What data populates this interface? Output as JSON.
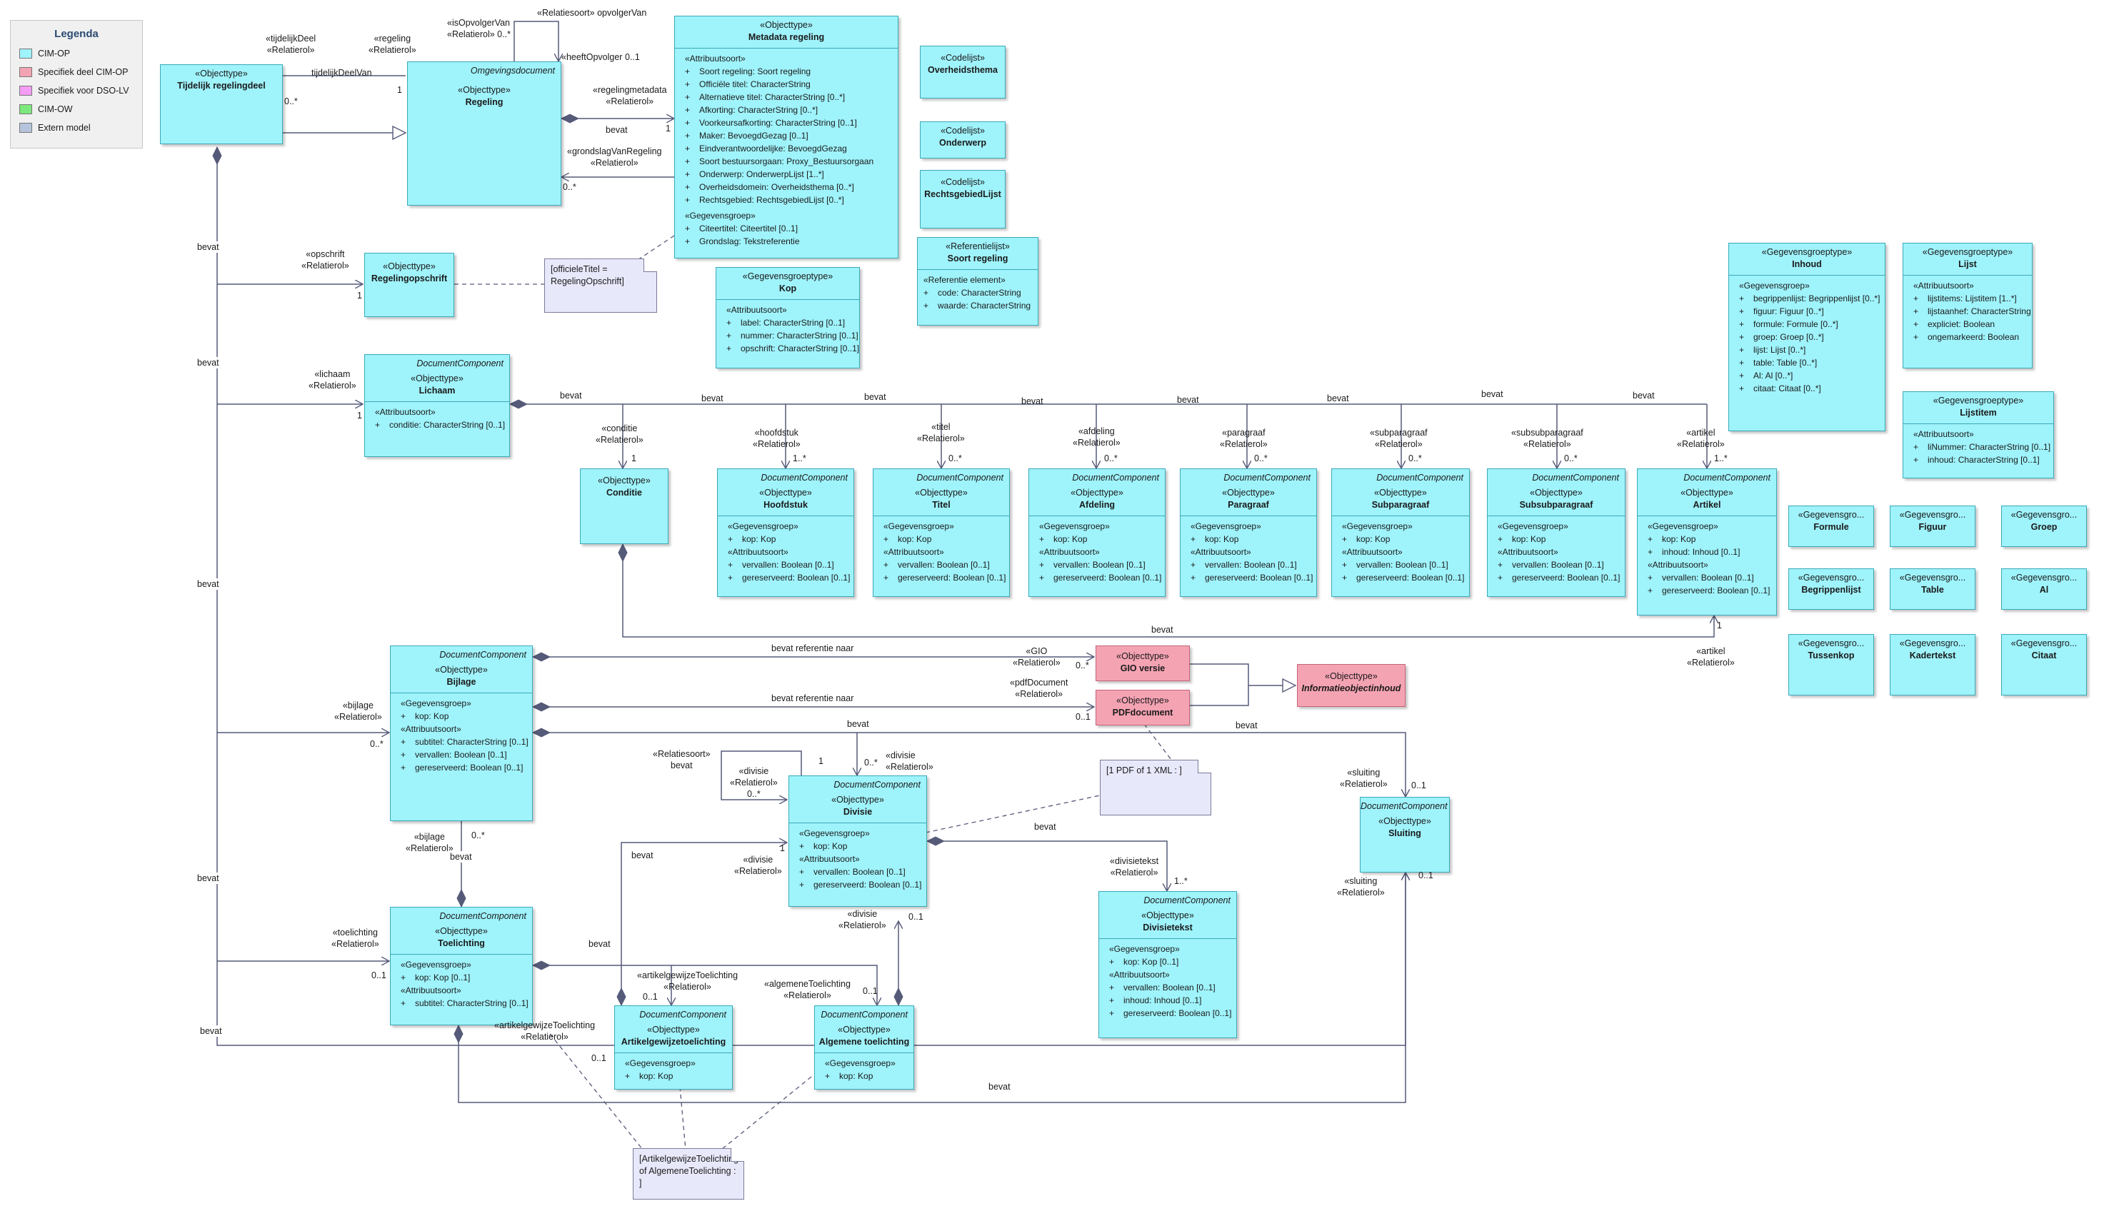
{
  "legend": {
    "title": "Legenda",
    "items": [
      {
        "label": "CIM-OP",
        "color": "#9ff3fb"
      },
      {
        "label": "Specifiek deel CIM-OP",
        "color": "#f4a3b3"
      },
      {
        "label": "Specifiek voor DSO-LV",
        "color": "#f59cf5"
      },
      {
        "label": "CIM-OW",
        "color": "#7de87d"
      },
      {
        "label": "Extern model",
        "color": "#b6c5dd"
      }
    ]
  },
  "classes": {
    "tijdelijk": {
      "stereo": "«Objecttype»",
      "name": "Tijdelijk regelingdeel"
    },
    "regeling": {
      "stereo_top": "Omgevingsdocument",
      "stereo": "«Objecttype»",
      "name": "Regeling"
    },
    "metadata": {
      "stereo": "«Objecttype»",
      "name": "Metadata regeling",
      "sec1_title": "«Attribuutsoort»",
      "sec1": [
        "Soort regeling: Soort regeling",
        "Officiële titel: CharacterString",
        "Alternatieve titel: CharacterString [0..*]",
        "Afkorting: CharacterString [0..*]",
        "Voorkeursafkorting: CharacterString [0..1]",
        "Maker: BevoegdGezag [0..1]",
        "Eindverantwoordelijke: BevoegdGezag",
        "Soort bestuursorgaan: Proxy_Bestuursorgaan",
        "Onderwerp: OnderwerpLijst [1..*]",
        "Overheidsdomein: Overheidsthema [0..*]",
        "Rechtsgebied: RechtsgebiedLijst [0..*]"
      ],
      "sec2_title": "«Gegevensgroep»",
      "sec2": [
        "Citeertitel: Citeertitel [0..1]",
        "Grondslag: Tekstreferentie"
      ]
    },
    "overheidsthema": {
      "stereo": "«Codelijst»",
      "name": "Overheidsthema"
    },
    "onderwerp": {
      "stereo": "«Codelijst»",
      "name": "Onderwerp"
    },
    "rechtsgebied": {
      "stereo": "«Codelijst»",
      "name": "RechtsgebiedLijst"
    },
    "soortregeling": {
      "stereo": "«Referentielijst»",
      "name": "Soort regeling",
      "sec1_title": "«Referentie element»",
      "sec1": [
        "code: CharacterString",
        "waarde: CharacterString"
      ]
    },
    "kop": {
      "stereo": "«Gegevensgroeptype»",
      "name": "Kop",
      "sec1_title": "«Attribuutsoort»",
      "sec1": [
        "label: CharacterString [0..1]",
        "nummer: CharacterString [0..1]",
        "opschrift: CharacterString [0..1]"
      ]
    },
    "regelingopschrift": {
      "stereo": "«Objecttype»",
      "name": "Regelingopschrift"
    },
    "lichaam": {
      "stereo_top": "DocumentComponent",
      "stereo": "«Objecttype»",
      "name": "Lichaam",
      "sec1_title": "«Attribuutsoort»",
      "sec1": [
        "conditie: CharacterString [0..1]"
      ]
    },
    "conditie": {
      "stereo": "«Objecttype»",
      "name": "Conditie"
    },
    "hoofdstuk": {
      "stereo_top": "DocumentComponent",
      "stereo": "«Objecttype»",
      "name": "Hoofdstuk",
      "sec1_title": "«Gegevensgroep»",
      "sec1": [
        "kop: Kop"
      ],
      "sec2_title": "«Attribuutsoort»",
      "sec2": [
        "vervallen: Boolean [0..1]",
        "gereserveerd: Boolean [0..1]"
      ]
    },
    "titel": {
      "stereo_top": "DocumentComponent",
      "stereo": "«Objecttype»",
      "name": "Titel",
      "sec1_title": "«Gegevensgroep»",
      "sec1": [
        "kop: Kop"
      ],
      "sec2_title": "«Attribuutsoort»",
      "sec2": [
        "vervallen: Boolean [0..1]",
        "gereserveerd: Boolean [0..1]"
      ]
    },
    "afdeling": {
      "stereo_top": "DocumentComponent",
      "stereo": "«Objecttype»",
      "name": "Afdeling",
      "sec1_title": "«Gegevensgroep»",
      "sec1": [
        "kop: Kop"
      ],
      "sec2_title": "«Attribuutsoort»",
      "sec2": [
        "vervallen: Boolean [0..1]",
        "gereserveerd: Boolean [0..1]"
      ]
    },
    "paragraaf": {
      "stereo_top": "DocumentComponent",
      "stereo": "«Objecttype»",
      "name": "Paragraaf",
      "sec1_title": "«Gegevensgroep»",
      "sec1": [
        "kop: Kop"
      ],
      "sec2_title": "«Attribuutsoort»",
      "sec2": [
        "vervallen: Boolean [0..1]",
        "gereserveerd: Boolean [0..1]"
      ]
    },
    "subparagraaf": {
      "stereo_top": "DocumentComponent",
      "stereo": "«Objecttype»",
      "name": "Subparagraaf",
      "sec1_title": "«Gegevensgroep»",
      "sec1": [
        "kop: Kop"
      ],
      "sec2_title": "«Attribuutsoort»",
      "sec2": [
        "vervallen: Boolean [0..1]",
        "gereserveerd: Boolean [0..1]"
      ]
    },
    "subsubparagraaf": {
      "stereo_top": "DocumentComponent",
      "stereo": "«Objecttype»",
      "name": "Subsubparagraaf",
      "sec1_title": "«Gegevensgroep»",
      "sec1": [
        "kop: Kop"
      ],
      "sec2_title": "«Attribuutsoort»",
      "sec2": [
        "vervallen: Boolean [0..1]",
        "gereserveerd: Boolean [0..1]"
      ]
    },
    "artikel": {
      "stereo_top": "DocumentComponent",
      "stereo": "«Objecttype»",
      "name": "Artikel",
      "sec1_title": "«Gegevensgroep»",
      "sec1": [
        "kop: Kop",
        "inhoud: Inhoud [0..1]"
      ],
      "sec2_title": "«Attribuutsoort»",
      "sec2": [
        "vervallen: Boolean [0..1]",
        "gereserveerd: Boolean [0..1]"
      ]
    },
    "inhoud": {
      "stereo": "«Gegevensgroeptype»",
      "name": "Inhoud",
      "sec1_title": "«Gegevensgroep»",
      "sec1": [
        "begrippenlijst: Begrippenlijst [0..*]",
        "figuur: Figuur [0..*]",
        "formule: Formule [0..*]",
        "groep: Groep [0..*]",
        "lijst: Lijst [0..*]",
        "table: Table [0..*]",
        "Al: Al [0..*]",
        "citaat: Citaat [0..*]"
      ]
    },
    "lijst": {
      "stereo": "«Gegevensgroeptype»",
      "name": "Lijst",
      "sec1_title": "«Attribuutsoort»",
      "sec1": [
        "lijstitems: Lijstitem [1..*]",
        "lijstaanhef: CharacterString",
        "expliciet: Boolean",
        "ongemarkeerd: Boolean"
      ]
    },
    "lijstitem": {
      "stereo": "«Gegevensgroeptype»",
      "name": "Lijstitem",
      "sec1_title": "«Attribuutsoort»",
      "sec1": [
        "liNummer: CharacterString [0..1]",
        "inhoud: CharacterString [0..1]"
      ]
    },
    "formule": {
      "stereo": "«Gegevensgro...",
      "name": "Formule"
    },
    "figuur": {
      "stereo": "«Gegevensgro...",
      "name": "Figuur"
    },
    "groep": {
      "stereo": "«Gegevensgro...",
      "name": "Groep"
    },
    "begrippenlijst": {
      "stereo": "«Gegevensgro...",
      "name": "Begrippenlijst"
    },
    "table": {
      "stereo": "«Gegevensgro...",
      "name": "Table"
    },
    "al": {
      "stereo": "«Gegevensgro...",
      "name": "Al"
    },
    "tussenkop": {
      "stereo": "«Gegevensgro...",
      "name": "Tussenkop"
    },
    "kadertekst": {
      "stereo": "«Gegevensgro...",
      "name": "Kadertekst"
    },
    "citaat": {
      "stereo": "«Gegevensgro...",
      "name": "Citaat"
    },
    "bijlage": {
      "stereo_top": "DocumentComponent",
      "stereo": "«Objecttype»",
      "name": "Bijlage",
      "sec1_title": "«Gegevensgroep»",
      "sec1": [
        "kop: Kop"
      ],
      "sec2_title": "«Attribuutsoort»",
      "sec2": [
        "subtitel: CharacterString [0..1]",
        "vervallen: Boolean [0..1]",
        "gereserveerd: Boolean [0..1]"
      ]
    },
    "gioversie": {
      "stereo": "«Objecttype»",
      "name": "GIO versie"
    },
    "pdfdocument": {
      "stereo": "«Objecttype»",
      "name": "PDFdocument"
    },
    "informatieobject": {
      "stereo": "«Objecttype»",
      "name": "Informatieobjectinhoud"
    },
    "divisie": {
      "stereo_top": "DocumentComponent",
      "stereo": "«Objecttype»",
      "name": "Divisie",
      "sec1_title": "«Gegevensgroep»",
      "sec1": [
        "kop: Kop"
      ],
      "sec2_title": "«Attribuutsoort»",
      "sec2": [
        "vervallen: Boolean [0..1]",
        "gereserveerd: Boolean [0..1]"
      ]
    },
    "sluiting": {
      "stereo_top": "DocumentComponent",
      "stereo": "«Objecttype»",
      "name": "Sluiting"
    },
    "divisietekst": {
      "stereo_top": "DocumentComponent",
      "stereo": "«Objecttype»",
      "name": "Divisietekst",
      "sec1_title": "«Gegevensgroep»",
      "sec1": [
        "kop: Kop [0..1]"
      ],
      "sec2_title": "«Attribuutsoort»",
      "sec2": [
        "vervallen: Boolean [0..1]",
        "inhoud: Inhoud [0..1]",
        "gereserveerd: Boolean [0..1]"
      ]
    },
    "toelichting": {
      "stereo_top": "DocumentComponent",
      "stereo": "«Objecttype»",
      "name": "Toelichting",
      "sec1_title": "«Gegevensgroep»",
      "sec1": [
        "kop: Kop [0..1]"
      ],
      "sec2_title": "«Attribuutsoort»",
      "sec2": [
        "subtitel: CharacterString [0..1]"
      ]
    },
    "artikelgewijze": {
      "stereo_top": "DocumentComponent",
      "stereo": "«Objecttype»",
      "name": "Artikelgewijzetoelichting",
      "sec1_title": "«Gegevensgroep»",
      "sec1": [
        "kop: Kop"
      ]
    },
    "algemene": {
      "stereo_top": "DocumentComponent",
      "stereo": "«Objecttype»",
      "name": "Algemene toelichting",
      "sec1_title": "«Gegevensgroep»",
      "sec1": [
        "kop: Kop"
      ]
    }
  },
  "notes": {
    "officieletitel": "[officieleTitel = RegelingOpschrift]",
    "pdf": "[1 PDF of 1 XML : ]",
    "toel": "[ArtikelgewijzeToelichting of AlgemeneToelichting : ]"
  },
  "labels": {
    "l_tijdelijkdeel": "«tijdelijkDeel\n«Relatierol»",
    "l_tijdelijkdeelvan": "tijdelijkDeelVan",
    "l_0star_a": "0..*",
    "l_1_a": "1",
    "l_regeling": "«regeling\n«Relatierol»",
    "l_isopvolger": "«isOpvolgerVan\n«Relatierol» 0..*",
    "l_relsoort_opv": "«Relatiesoort» opvolgerVan",
    "l_heeftopv": "«heeftOpvolger 0..1",
    "l_regelingmeta": "«regelingmetadata\n«Relatierol»",
    "l_1_meta": "1",
    "l_bevat_meta": "bevat",
    "l_grondslag": "«grondslagVanRegeling\n«Relatierol»",
    "l_0star_grond": "0..*",
    "l_bevat_1": "bevat",
    "l_opschrift": "«opschrift\n«Relatierol»",
    "l_1_ops": "1",
    "l_bevat_2": "bevat",
    "l_lichaam": "«lichaam\n«Relatierol»",
    "l_1_lich": "1",
    "l_bevat_lich": "bevat",
    "l_conditie": "«conditie\n«Relatierol»",
    "l_1_cond": "1",
    "l_hoofdstuk": "«hoofdstuk\n«Relatierol»",
    "l_1star_hs": "1..*",
    "l_titel": "«titel\n«Relatierol»",
    "l_0star_titel": "0..*",
    "l_afdeling": "«afdeling\n«Relatierol»",
    "l_0star_afd": "0..*",
    "l_paragraaf": "«paragraaf\n«Relatierol»",
    "l_0star_par": "0..*",
    "l_subparagraaf": "«subparagraaf\n«Relatierol»",
    "l_0star_sub": "0..*",
    "l_subsubparagraaf": "«subsubparagraaf\n«Relatierol»",
    "l_0star_subsub": "0..*",
    "l_artikel": "«artikel\n«Relatierol»",
    "l_1star_art": "1..*",
    "l_bevat_b1": "bevat",
    "l_bevat_b2": "bevat",
    "l_bevat_b3": "bevat",
    "l_bevat_b4": "bevat",
    "l_bevat_b5": "bevat",
    "l_bevat_b6": "bevat",
    "l_bevat_b7": "bevat",
    "l_bevat_cond": "bevat",
    "l_1_artcond": "1",
    "l_artikel2": "«artikel\n«Relatierol»",
    "l_bevat_3": "bevat",
    "l_bijlage": "«bijlage\n«Relatierol»",
    "l_0star_bijl": "0..*",
    "l_bevatref1": "bevat referentie naar",
    "l_gio": "«GIO\n«Relatierol»",
    "l_0star_gio": "0..*",
    "l_bevatref2": "bevat referentie naar",
    "l_pdfdoc": "«pdfDocument\n«Relatierol»",
    "l_01_pdf": "0..1",
    "l_bevat_div": "bevat",
    "l_relsoort_bevat": "«Relatiesoort»\nbevat",
    "l_divisie_self": "«divisie\n«Relatierol»\n0..*",
    "l_1_divself": "1",
    "l_divisie_top": "«divisie\n«Relatierol»",
    "l_0star_div": "0..*",
    "l_bevat_bs": "bevat",
    "l_sluiting": "«sluiting\n«Relatierol»",
    "l_01_sl": "0..1",
    "l_bevat_divtekst": "bevat",
    "l_divisietekst": "«divisietekst\n«Relatierol»",
    "l_1star_dt": "1..*",
    "l_bijlage2": "«bijlage\n«Relatierol»",
    "l_0star_bijl2": "0..*",
    "l_bevat_bt": "bevat",
    "l_bevat_4": "bevat",
    "l_bevat_5": "bevat",
    "l_divisie_l": "«divisie\n«Relatierol»",
    "l_1_divl": "1",
    "l_bevat_6": "bevat",
    "l_toelichting": "«toelichting\n«Relatierol»",
    "l_01_toel": "0..1",
    "l_artgew1": "«artikelgewijzeToelichting\n«Relatierol»",
    "l_01_ag1": "0..1",
    "l_algtoel": "«algemeneToelichting\n«Relatierol»",
    "l_01_alg": "0..1",
    "l_divisie_r": "«divisie\n«Relatierol»",
    "l_01_divr": "0..1",
    "l_artgew2": "«artikelgewijzeToelichting\n«Relatierol»",
    "l_01_ag2": "0..1",
    "l_bevat_7": "bevat",
    "l_sluiting2": "«sluiting\n«Relatierol»",
    "l_01_sl2": "0..1",
    "l_bevat_bottom": "bevat"
  }
}
